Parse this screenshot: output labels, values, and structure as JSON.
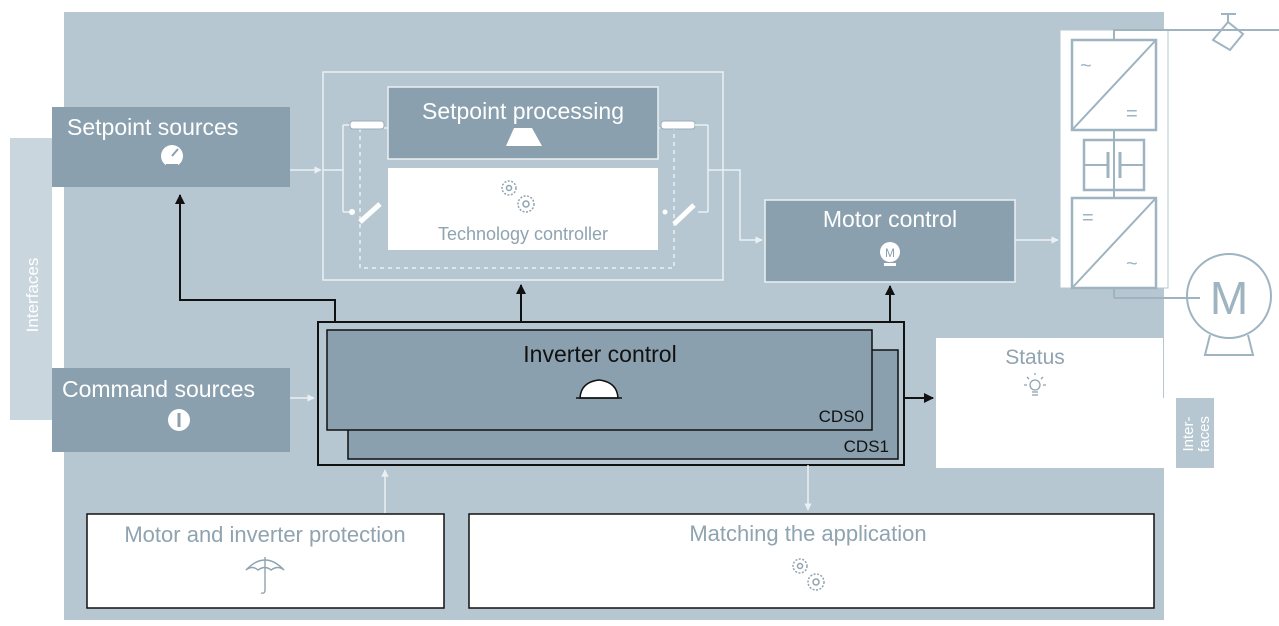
{
  "blocks": {
    "setpoint_sources": "Setpoint sources",
    "command_sources": "Command sources",
    "interfaces_left": "Interfaces",
    "setpoint_processing": "Setpoint processing",
    "technology_controller": "Technology controller",
    "motor_control": "Motor control",
    "inverter_control": "Inverter control",
    "cds0": "CDS0",
    "cds1": "CDS1",
    "status": "Status",
    "interfaces_right_1": "Inter-",
    "interfaces_right_2": "faces",
    "motor_inverter_protection": "Motor and inverter protection",
    "matching_application": "Matching the application"
  },
  "power_unit": {
    "ac_symbol": "~",
    "dc_symbol": "=",
    "motor_letter": "M"
  },
  "icons": {
    "setpoint_sources": "gauge-icon",
    "command_sources": "switch-icon",
    "setpoint_processing": "ramp-icon",
    "technology_controller": "gears-icon",
    "motor_control": "motor-icon",
    "inverter_control": "control-hat-icon",
    "status": "lightbulb-icon",
    "motor_inverter_protection": "umbrella-icon",
    "matching_application": "gears-icon"
  },
  "colors": {
    "background_panel": "#b6c7d2",
    "block_dark": "#8aa0ae",
    "block_white": "#ffffff",
    "line_light": "#e8eef2",
    "border_dark": "#111111",
    "text_gray": "#8fa3b0"
  }
}
